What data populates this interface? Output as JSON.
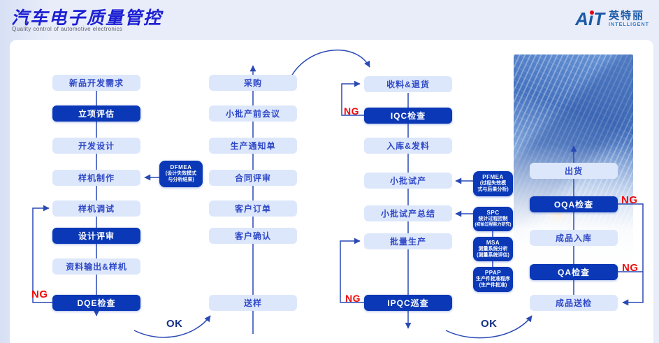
{
  "header": {
    "title": "汽车电子质量管控",
    "subtitle": "Quality control of automotive electronics",
    "logo": {
      "wordmark": "AiT",
      "cn": "英特丽",
      "en": "INTELLIGENT"
    }
  },
  "colors": {
    "node_dark": "#0a38b6",
    "node_light_bg": "#dde7fb",
    "node_light_text": "#2f49c7",
    "wire": "#2a49b5",
    "ng_red": "#ee0b0b",
    "ok_navy": "#142f85",
    "title_blue": "#1c1fd2",
    "logo_blue": "#1b5aa6",
    "logo_dot_red": "#e60012"
  },
  "labels": {
    "ng": "NG",
    "ok": "OK"
  },
  "flow": {
    "columns": [
      {
        "name": "design-stage",
        "boxes": [
          {
            "label": "新品开发需求",
            "variant": "light"
          },
          {
            "label": "立项评估",
            "variant": "dark"
          },
          {
            "label": "开发设计",
            "variant": "light"
          },
          {
            "label": "样机制作",
            "variant": "light"
          },
          {
            "label": "样机调试",
            "variant": "light"
          },
          {
            "label": "设计评审",
            "variant": "dark"
          },
          {
            "label": "资料输出&样机",
            "variant": "light"
          },
          {
            "label": "DQE检查",
            "variant": "dark"
          }
        ]
      },
      {
        "name": "order-stage",
        "boxes": [
          {
            "label": "采购",
            "variant": "light"
          },
          {
            "label": "小批产前会议",
            "variant": "light"
          },
          {
            "label": "生产通知单",
            "variant": "light"
          },
          {
            "label": "合同评审",
            "variant": "light"
          },
          {
            "label": "客户订单",
            "variant": "light"
          },
          {
            "label": "客户确认",
            "variant": "light"
          },
          {
            "label": "送样",
            "variant": "light"
          }
        ]
      },
      {
        "name": "production-stage",
        "boxes": [
          {
            "label": "收料&退货",
            "variant": "light"
          },
          {
            "label": "IQC检查",
            "variant": "dark"
          },
          {
            "label": "入库&发料",
            "variant": "light"
          },
          {
            "label": "小批试产",
            "variant": "light"
          },
          {
            "label": "小批试产总结",
            "variant": "light"
          },
          {
            "label": "批量生产",
            "variant": "light"
          },
          {
            "label": "IPQC巡查",
            "variant": "dark"
          }
        ]
      },
      {
        "name": "shipping-stage",
        "boxes": [
          {
            "label": "出货",
            "variant": "light"
          },
          {
            "label": "OQA检查",
            "variant": "dark"
          },
          {
            "label": "成品入库",
            "variant": "light"
          },
          {
            "label": "QA检查",
            "variant": "dark"
          },
          {
            "label": "成品送检",
            "variant": "light"
          }
        ]
      }
    ]
  },
  "annotations": {
    "dfmea": {
      "title": "DFMEA",
      "line1": "(设计失效模式",
      "line2": "与分析结果)"
    },
    "pfmea": {
      "title": "PFMEA",
      "line1": "(过程失效模",
      "line2": "式与后果分析)"
    },
    "spc": {
      "title": "SPC",
      "line1": "统计过程控制",
      "line2": "(初始过程能力研究)"
    },
    "msa": {
      "title": "MSA",
      "line1": "测量系统分析",
      "line2": "(测量系统评估)"
    },
    "ppap": {
      "title": "PPAP",
      "line1": "生产件批准程序",
      "line2": "(生产件批准)"
    }
  }
}
